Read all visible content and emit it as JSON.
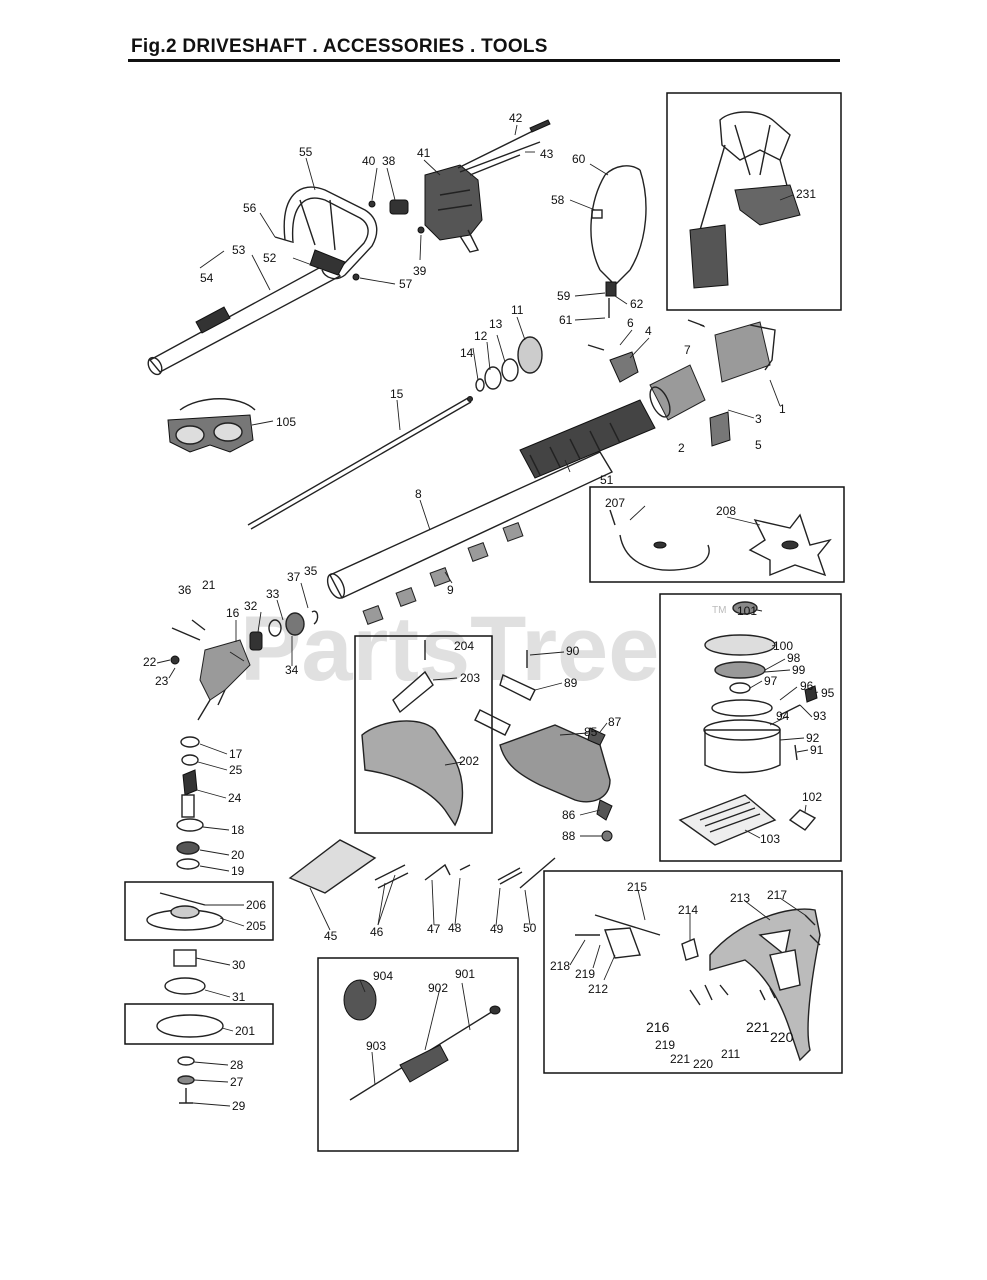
{
  "title": "Fig.2  DRIVESHAFT . ACCESSORIES . TOOLS",
  "watermark": {
    "text": "PartsTree",
    "tm": "TM"
  },
  "part_labels": {
    "p1": "1",
    "p2": "2",
    "p3": "3",
    "p4": "4",
    "p5": "5",
    "p6": "6",
    "p7": "7",
    "p8": "8",
    "p9": "9",
    "p11": "11",
    "p12": "12",
    "p13": "13",
    "p14": "14",
    "p15": "15",
    "p16": "16",
    "p17": "17",
    "p18": "18",
    "p19": "19",
    "p20": "20",
    "p21": "21",
    "p22": "22",
    "p23": "23",
    "p24": "24",
    "p25": "25",
    "p27": "27",
    "p28": "28",
    "p29": "29",
    "p30": "30",
    "p31": "31",
    "p32": "32",
    "p33": "33",
    "p34": "34",
    "p35": "35",
    "p36": "36",
    "p37": "37",
    "p38": "38",
    "p39": "39",
    "p40": "40",
    "p41": "41",
    "p42": "42",
    "p43": "43",
    "p45": "45",
    "p46": "46",
    "p47": "47",
    "p48": "48",
    "p49": "49",
    "p50": "50",
    "p51": "51",
    "p52": "52",
    "p53": "53",
    "p54": "54",
    "p55": "55",
    "p56": "56",
    "p57": "57",
    "p58": "58",
    "p59": "59",
    "p60": "60",
    "p61": "61",
    "p62": "62",
    "p85": "85",
    "p86": "86",
    "p87": "87",
    "p88": "88",
    "p89": "89",
    "p90": "90",
    "p91": "91",
    "p92": "92",
    "p93": "93",
    "p94": "94",
    "p95": "95",
    "p96": "96",
    "p97": "97",
    "p98": "98",
    "p99": "99",
    "p100": "100",
    "p101": "101",
    "p102": "102",
    "p103": "103",
    "p105": "105",
    "p201": "201",
    "p202": "202",
    "p203": "203",
    "p204": "204",
    "p205": "205",
    "p206": "206",
    "p207": "207",
    "p208": "208",
    "p211": "211",
    "p212": "212",
    "p213": "213",
    "p214": "214",
    "p215": "215",
    "p216": "216",
    "p217": "217",
    "p218": "218",
    "p219a": "219",
    "p219b": "219",
    "p220a": "220",
    "p220b": "220",
    "p221a": "221",
    "p221b": "221",
    "p231": "231",
    "p901": "901",
    "p902": "902",
    "p903": "903",
    "p904": "904"
  }
}
